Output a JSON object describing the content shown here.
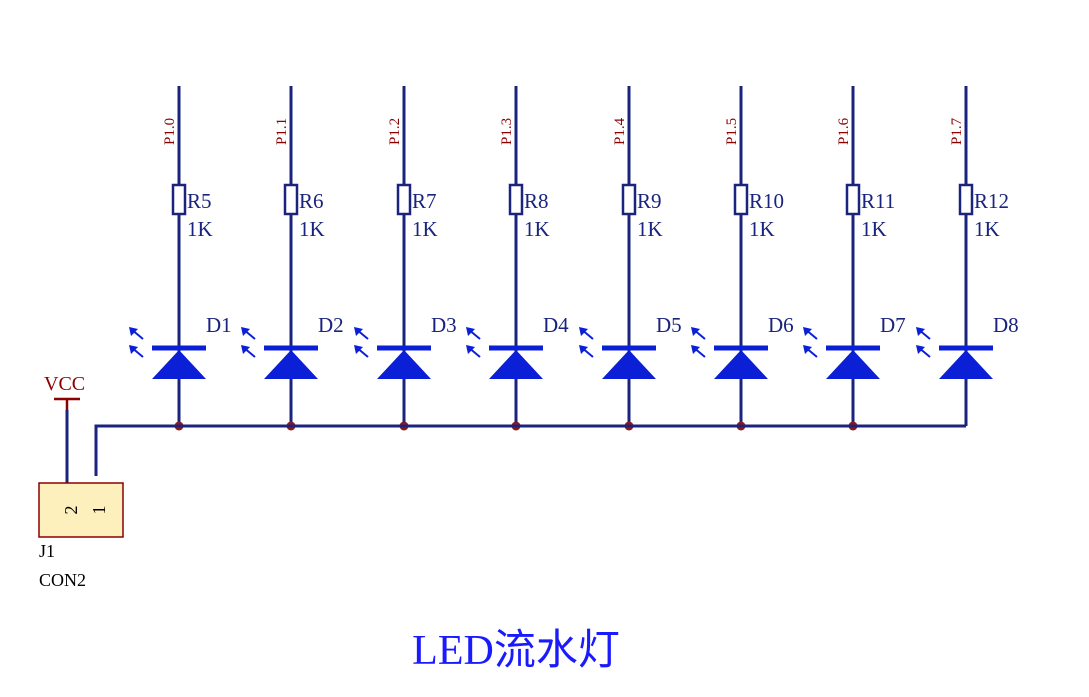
{
  "title": "LED流水灯",
  "vcc": {
    "label": "VCC"
  },
  "connector": {
    "ref": "J1",
    "value": "CON2",
    "pins": [
      "2",
      "1"
    ]
  },
  "channels": [
    {
      "net": "P1.0",
      "resistor": "R5",
      "resistor_value": "1K",
      "led": "D1"
    },
    {
      "net": "P1.1",
      "resistor": "R6",
      "resistor_value": "1K",
      "led": "D2"
    },
    {
      "net": "P1.2",
      "resistor": "R7",
      "resistor_value": "1K",
      "led": "D3"
    },
    {
      "net": "P1.3",
      "resistor": "R8",
      "resistor_value": "1K",
      "led": "D4"
    },
    {
      "net": "P1.4",
      "resistor": "R9",
      "resistor_value": "1K",
      "led": "D5"
    },
    {
      "net": "P1.5",
      "resistor": "R10",
      "resistor_value": "1K",
      "led": "D6"
    },
    {
      "net": "P1.6",
      "resistor": "R11",
      "resistor_value": "1K",
      "led": "D7"
    },
    {
      "net": "P1.7",
      "resistor": "R12",
      "resistor_value": "1K",
      "led": "D8"
    }
  ],
  "colors": {
    "wire": "#1a237e",
    "diode": "#0b1fd6",
    "net_label": "#8b0000",
    "junction": "#8b1a1a",
    "connector_fill": "#fdf0bd",
    "title": "#1a1aff"
  }
}
